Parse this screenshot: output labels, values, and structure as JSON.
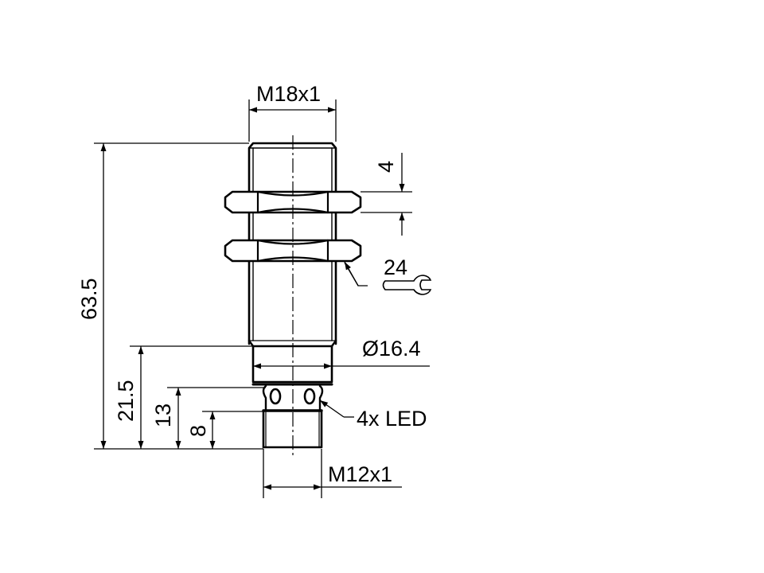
{
  "drawing": {
    "title": "Inductive sensor M18 dimensional drawing",
    "colors": {
      "line": "#000000",
      "background": "#ffffff"
    },
    "dimensions": {
      "thread_top": "M18x1",
      "nut_height": "4",
      "wrench_size": "24",
      "total_length": "63.5",
      "collar_diameter": "Ø16.4",
      "length_21": "21.5",
      "length_13": "13",
      "length_8": "8",
      "led_label": "4x LED",
      "connector_thread": "M12x1"
    },
    "icons": {
      "wrench": "wrench-icon"
    }
  }
}
